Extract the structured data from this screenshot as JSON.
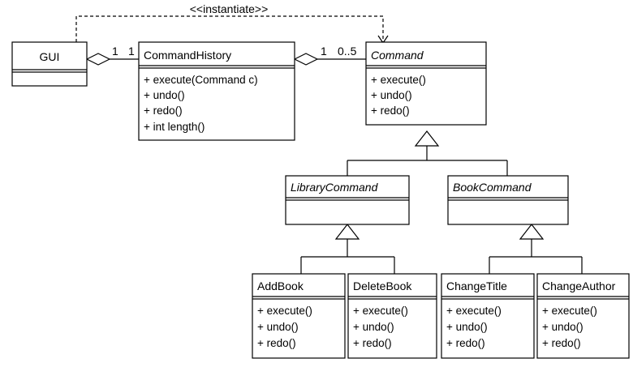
{
  "diagram": {
    "stereotype_label": "<<instantiate>>",
    "classes": {
      "gui": {
        "name": "GUI",
        "operations": []
      },
      "command_history": {
        "name": "CommandHistory",
        "operations": [
          "+ execute(Command c)",
          "+ undo()",
          "+ redo()",
          "+ int length()"
        ]
      },
      "command": {
        "name": "Command",
        "abstract": true,
        "operations": [
          "+ execute()",
          "+ undo()",
          "+ redo()"
        ]
      },
      "library_command": {
        "name": "LibraryCommand",
        "abstract": true,
        "operations": []
      },
      "book_command": {
        "name": "BookCommand",
        "abstract": true,
        "operations": []
      },
      "add_book": {
        "name": "AddBook",
        "operations": [
          "+ execute()",
          "+ undo()",
          "+ redo()"
        ]
      },
      "delete_book": {
        "name": "DeleteBook",
        "operations": [
          "+ execute()",
          "+ undo()",
          "+ redo()"
        ]
      },
      "change_title": {
        "name": "ChangeTitle",
        "operations": [
          "+ execute()",
          "+ undo()",
          "+ redo()"
        ]
      },
      "change_author": {
        "name": "ChangeAuthor",
        "operations": [
          "+ execute()",
          "+ undo()",
          "+ redo()"
        ]
      }
    },
    "multiplicities": {
      "gui_side": "1",
      "history_side_left": "1",
      "history_side_right": "1",
      "command_side": "0..5"
    }
  }
}
